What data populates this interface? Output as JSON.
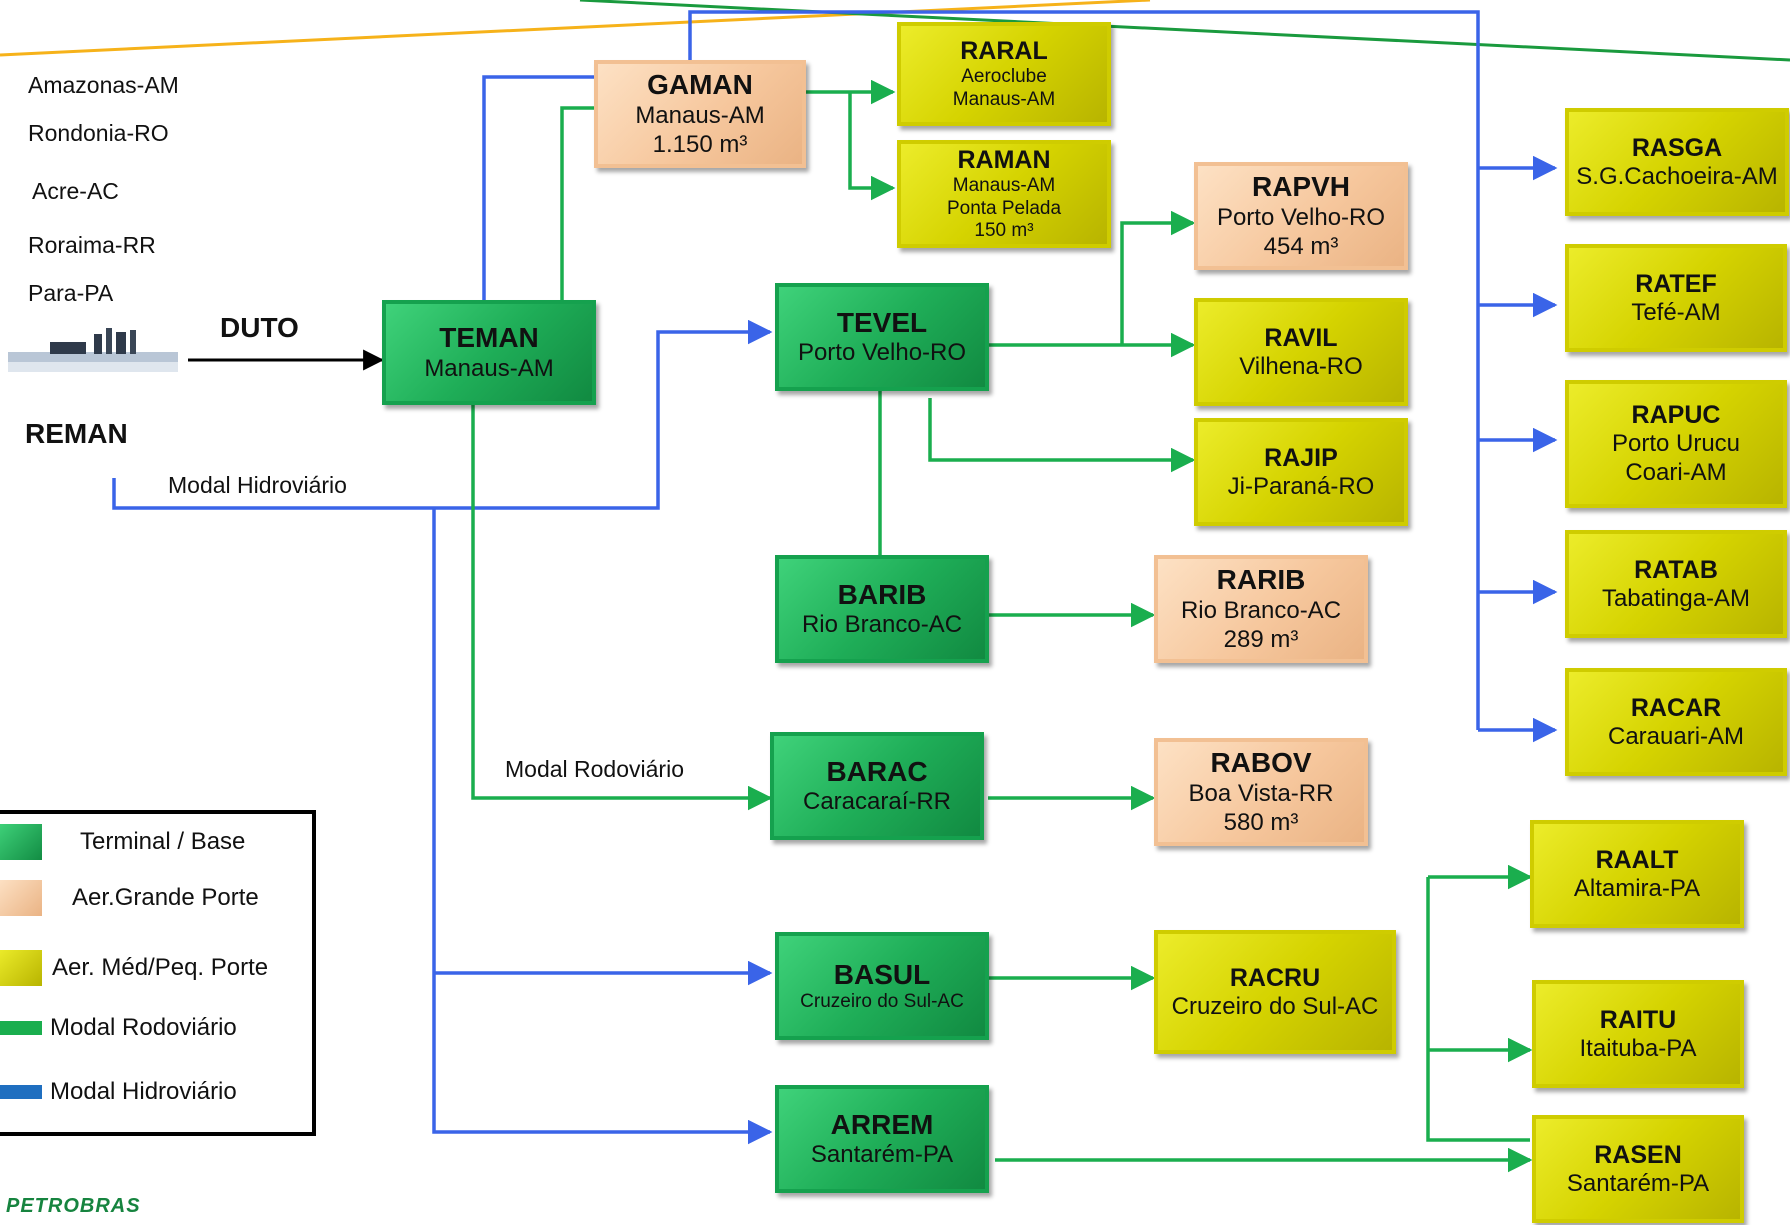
{
  "states": [
    "Amazonas-AM",
    "Rondonia-RO",
    "Acre-AC",
    "Roraima-RR",
    "Para-PA"
  ],
  "source": {
    "label": "REMAN",
    "link_label": "DUTO"
  },
  "modal_labels": {
    "hidroviario": "Modal  Hidroviário",
    "rodoviario": "Modal  Rodoviário"
  },
  "nodes": {
    "teman": {
      "code": "TEMAN",
      "lines": [
        "Manaus-AM"
      ]
    },
    "gaman": {
      "code": "GAMAN",
      "lines": [
        "Manaus-AM",
        "1.150 m³"
      ]
    },
    "raral": {
      "code": "RARAL",
      "lines": [
        "Aeroclube",
        "Manaus-AM"
      ]
    },
    "raman": {
      "code": "RAMAN",
      "lines": [
        "Manaus-AM",
        "Ponta Pelada",
        "150 m³"
      ]
    },
    "tevel": {
      "code": "TEVEL",
      "lines": [
        "Porto Velho-RO"
      ]
    },
    "rapvh": {
      "code": "RAPVH",
      "lines": [
        "Porto Velho-RO",
        "454 m³"
      ]
    },
    "ravil": {
      "code": "RAVIL",
      "lines": [
        "Vilhena-RO"
      ]
    },
    "rajip": {
      "code": "RAJIP",
      "lines": [
        "Ji-Paraná-RO"
      ]
    },
    "barib": {
      "code": "BARIB",
      "lines": [
        "Rio Branco-AC"
      ]
    },
    "rarib": {
      "code": "RARIB",
      "lines": [
        "Rio Branco-AC",
        "289 m³"
      ]
    },
    "barac": {
      "code": "BARAC",
      "lines": [
        "Caracaraí-RR"
      ]
    },
    "rabov": {
      "code": "RABOV",
      "lines": [
        "Boa Vista-RR",
        "580 m³"
      ]
    },
    "basul": {
      "code": "BASUL",
      "lines": [
        "Cruzeiro do Sul-AC"
      ]
    },
    "racru": {
      "code": "RACRU",
      "lines": [
        "Cruzeiro do Sul-AC"
      ]
    },
    "arrem": {
      "code": "ARREM",
      "lines": [
        "Santarém-PA"
      ]
    },
    "rasga": {
      "code": "RASGA",
      "lines": [
        "S.G.Cachoeira-AM"
      ]
    },
    "ratef": {
      "code": "RATEF",
      "lines": [
        "Tefé-AM"
      ]
    },
    "rapuc": {
      "code": "RAPUC",
      "lines": [
        "Porto Urucu",
        "Coari-AM"
      ]
    },
    "ratab": {
      "code": "RATAB",
      "lines": [
        "Tabatinga-AM"
      ]
    },
    "racar": {
      "code": "RACAR",
      "lines": [
        "Carauari-AM"
      ]
    },
    "raalt": {
      "code": "RAALT",
      "lines": [
        "Altamira-PA"
      ]
    },
    "raitu": {
      "code": "RAITU",
      "lines": [
        "Itaituba-PA"
      ]
    },
    "rasen": {
      "code": "RASEN",
      "lines": [
        "Santarém-PA"
      ]
    }
  },
  "legend": [
    {
      "label": "Terminal / Base"
    },
    {
      "label": "Aer.Grande Porte"
    },
    {
      "label": "Aer. Méd/Peq. Porte"
    },
    {
      "label": "Modal Rodoviário"
    },
    {
      "label": "Modal Hidroviário"
    }
  ],
  "colors": {
    "green_line": "#1aae4e",
    "blue_line": "#3a64e8",
    "orange_line": "#f6b21a",
    "terminal": "#1fae58",
    "large_airport": "#f6c79d",
    "small_airport": "#d5d300"
  },
  "logo": "PETROBRAS"
}
